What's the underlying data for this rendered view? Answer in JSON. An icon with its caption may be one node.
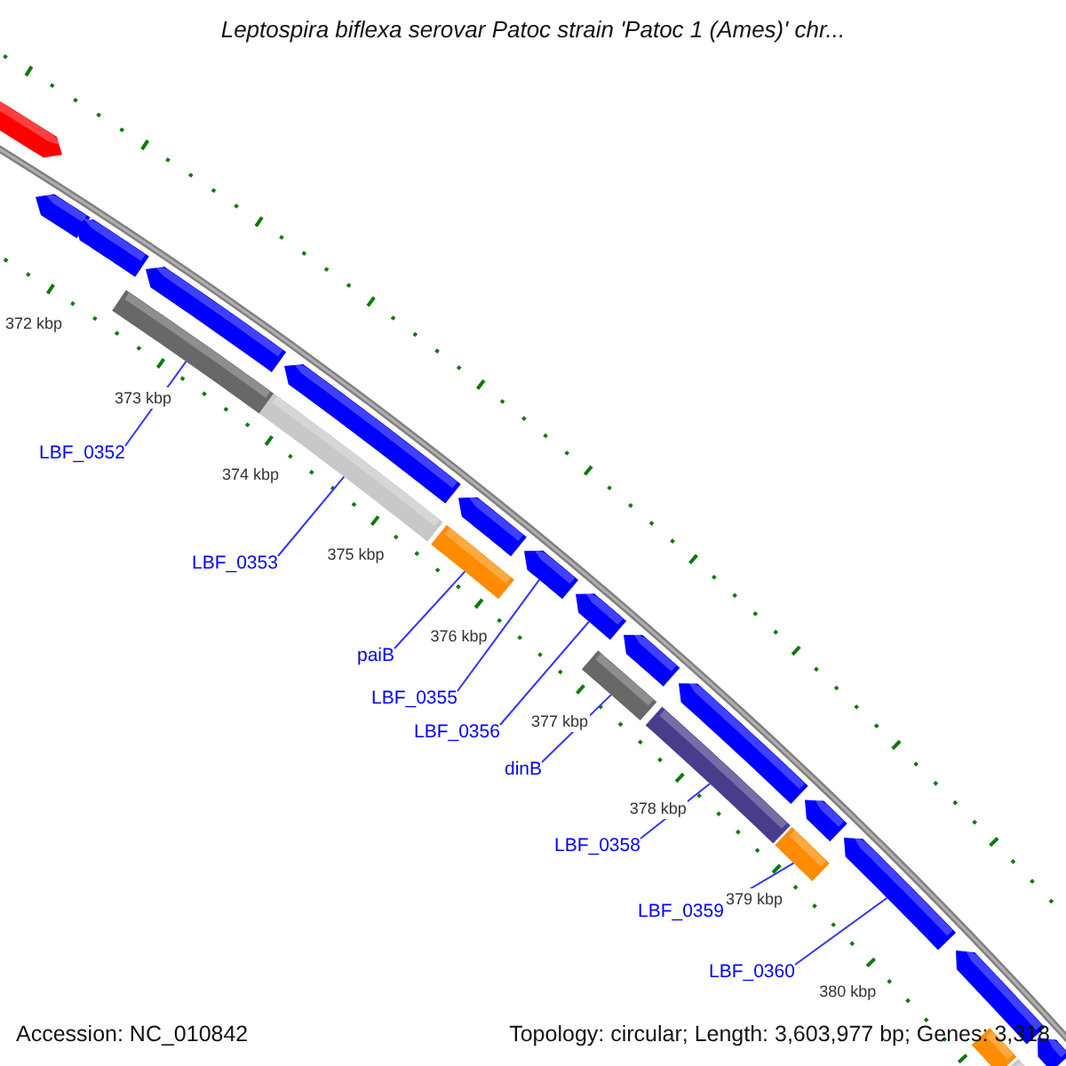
{
  "diagram": {
    "title": "Leptospira biflexa serovar Patoc strain 'Patoc 1 (Ames)' chr...",
    "nodes": [
      {
        "text": [
          "LBF_0352"
        ]
      },
      {
        "text": [
          "LBF_0353"
        ]
      },
      {
        "text": [
          "paiB"
        ]
      },
      {
        "text": [
          "LBF_0355"
        ]
      },
      {
        "text": [
          "LBF_0356"
        ]
      },
      {
        "text": [
          "dinB"
        ]
      },
      {
        "text": [
          "LBF_0358"
        ]
      },
      {
        "text": [
          "LBF_0359"
        ]
      },
      {
        "text": [
          "LBF_0360"
        ]
      },
      {
        "text": [],
        "shape": "bar"
      },
      {
        "text": [],
        "shape": "bar"
      },
      {
        "text": [],
        "shape": "bar"
      },
      {
        "text": [],
        "shape": "bar"
      },
      {
        "text": [],
        "shape": "bar"
      },
      {
        "text": [],
        "shape": "bar"
      },
      {
        "text": [],
        "shape": "bar"
      },
      {
        "text": [],
        "shape": "bar"
      },
      {
        "text": [],
        "shape": "bar"
      },
      {
        "text": [],
        "shape": "bar"
      },
      {
        "text": [],
        "shape": "bar"
      },
      {
        "text": [],
        "shape": "bar"
      },
      {
        "text": [],
        "shape": "bar"
      },
      {
        "text": [],
        "shape": "bar"
      },
      {
        "text": [],
        "shape": "bar"
      },
      {
        "text": [],
        "shape": "bar"
      },
      {
        "text": [],
        "shape": "bar"
      },
      {
        "text": [],
        "shape": "bar"
      },
      {
        "text": [],
        "shape": "bar"
      },
      {
        "text": [],
        "shape": "bar"
      },
      {
        "text": [],
        "shape": "bar"
      },
      {
        "text": [],
        "shape": "bar"
      }
    ],
    "edges": [
      {
        "from": 0,
        "to": 12,
        "arrow": "none"
      },
      {
        "from": 1,
        "to": 14,
        "arrow": "none"
      },
      {
        "from": 2,
        "to": 16,
        "arrow": "none"
      },
      {
        "from": 3,
        "to": 18,
        "arrow": "none"
      },
      {
        "from": 4,
        "to": 19,
        "arrow": "none"
      },
      {
        "from": 5,
        "to": 20,
        "arrow": "none"
      },
      {
        "from": 6,
        "to": 22,
        "arrow": "none"
      },
      {
        "from": 7,
        "to": 24,
        "arrow": "none"
      },
      {
        "from": 8,
        "to": 26,
        "arrow": "none"
      }
    ],
    "labels": [
      "372 kbp",
      "373 kbp",
      "374 kbp",
      "375 kbp",
      "376 kbp",
      "377 kbp",
      "378 kbp",
      "379 kbp",
      "380 kbp",
      "Accession: NC_010842",
      "Topology: circular; Length: 3,603,977 bp; Genes: 3,318"
    ]
  }
}
